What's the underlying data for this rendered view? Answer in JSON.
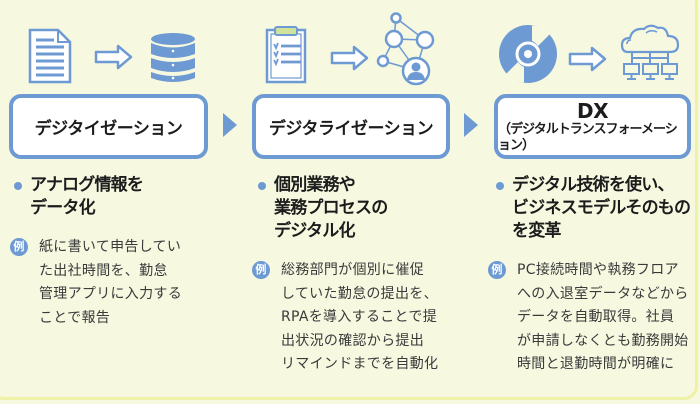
{
  "colors": {
    "background": "#f6f8e0",
    "accent_blue": "#6d9ad3",
    "clipboard_clip": "#cfe39a",
    "text_dark": "#1c1c1c",
    "text_body": "#3a3a3a"
  },
  "stages": [
    {
      "icons": {
        "from": "document-icon",
        "to": "database-icon"
      },
      "title": "デジタイゼーション",
      "summary_lines": [
        "アナログ情報を",
        "データ化"
      ],
      "example_badge": "例",
      "example_lines": [
        "紙に書いて申告してい",
        "た出社時間を、勤怠",
        "管理アプリに入力する",
        "ことで報告"
      ]
    },
    {
      "icons": {
        "from": "clipboard-checklist-icon",
        "to": "network-person-icon"
      },
      "title": "デジタライゼーション",
      "summary_lines": [
        "個別業務や",
        "業務プロセスの",
        "デジタル化"
      ],
      "example_badge": "例",
      "example_lines": [
        "総務部門が個別に催促",
        "していた勤怠の提出を、",
        "RPAを導入することで提",
        "出状況の確認から提出",
        "リマインドまでを自動化"
      ]
    },
    {
      "icons": {
        "from": "disc-icon",
        "to": "cloud-network-icon"
      },
      "title": "DX",
      "subtitle": "（デジタルトランスフォーメーション）",
      "summary_lines": [
        "デジタル技術を使い、",
        "ビジネスモデルそのもの",
        "を変革"
      ],
      "example_badge": "例",
      "example_lines": [
        "PC接続時間や執務フロア",
        "への入退室データなどから",
        "データを自動取得。社員",
        "が申請しなくとも勤務開始",
        "時間と退勤時間が明確に"
      ]
    }
  ]
}
